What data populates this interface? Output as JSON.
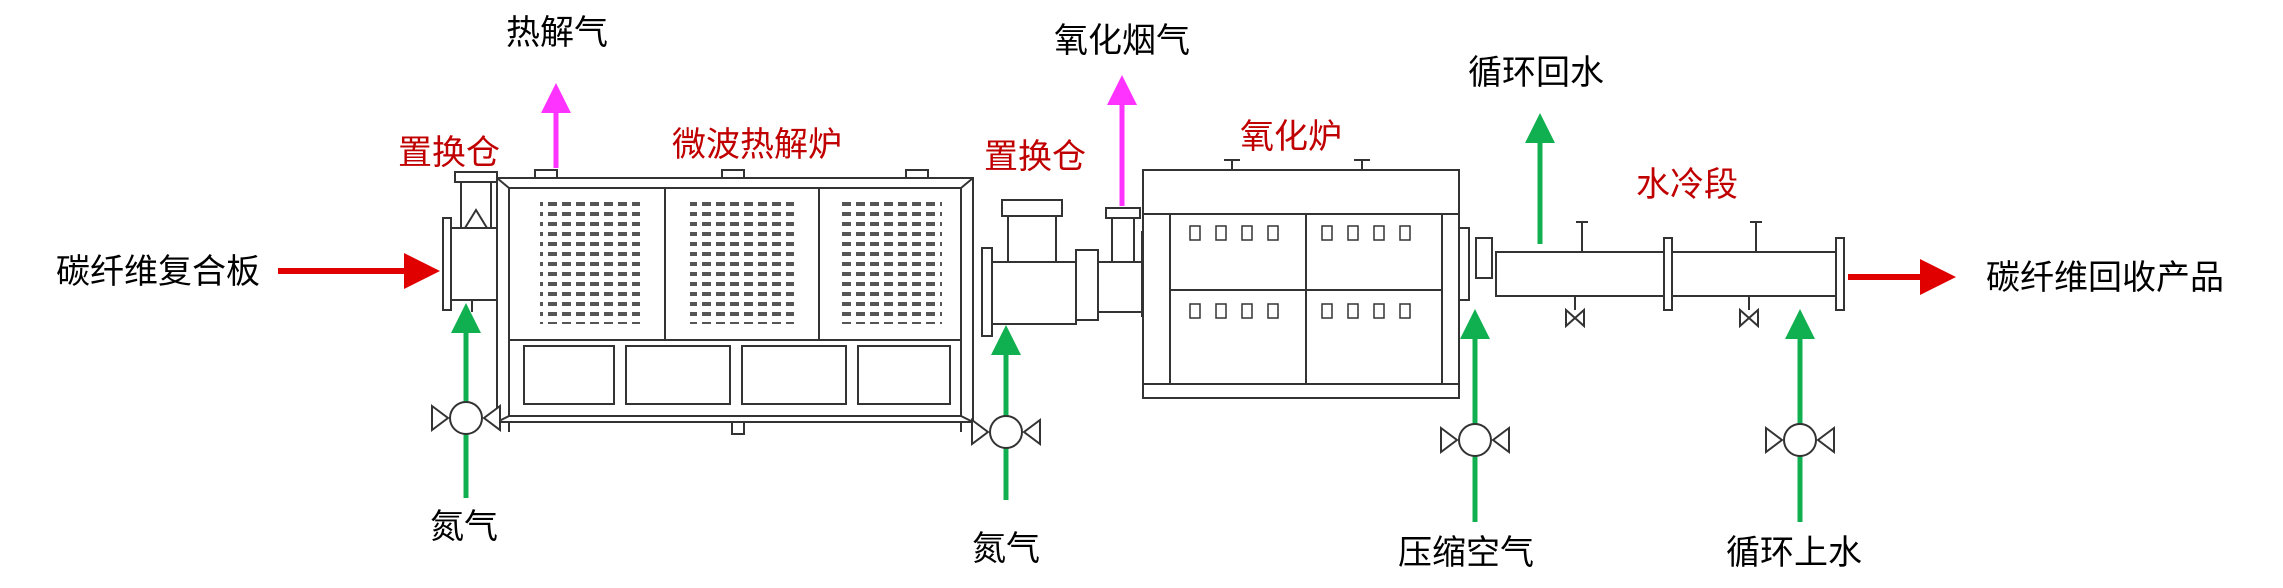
{
  "labels": {
    "input_material": "碳纤维复合板",
    "output_product": "碳纤维回收产品",
    "pyrolysis_gas": "热解气",
    "oxidation_flue_gas": "氧化烟气",
    "circulating_return_water": "循环回水",
    "circulating_supply_water": "循环上水",
    "nitrogen_1": "氮气",
    "nitrogen_2": "氮气",
    "compressed_air": "压缩空气"
  },
  "equipment": {
    "replacement_chamber_1": "置换仓",
    "microwave_pyrolysis_furnace": "微波热解炉",
    "replacement_chamber_2": "置换仓",
    "oxidation_furnace": "氧化炉",
    "water_cooling_section": "水冷段"
  },
  "colors": {
    "material_flow": "#e00000",
    "gas_outlet": "#ff33ff",
    "utility_flow": "#10b050",
    "equipment_label": "#c00000",
    "outline": "#333333"
  }
}
